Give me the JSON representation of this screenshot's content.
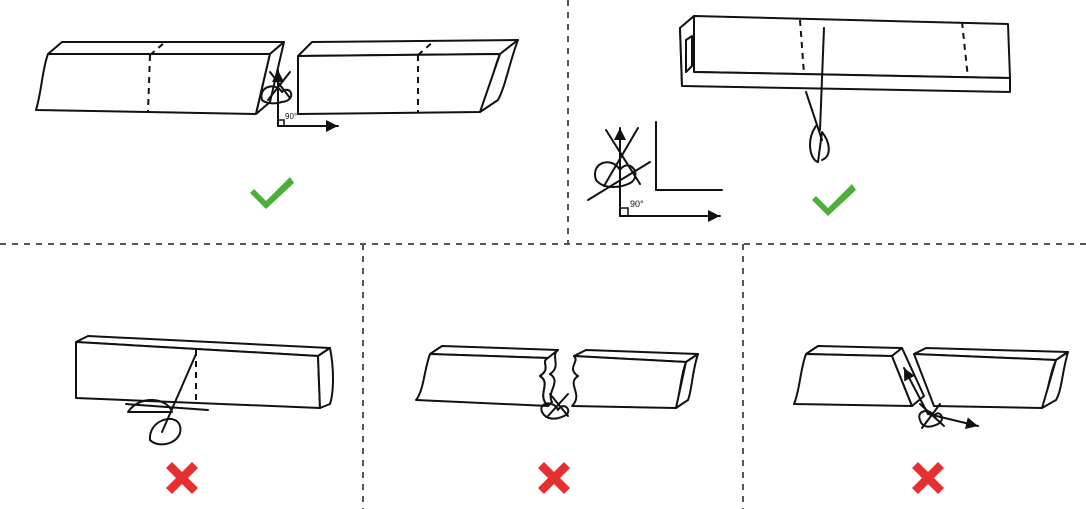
{
  "figure": {
    "angle_label": "90°",
    "panels": [
      {
        "id": "cut-straight-gap",
        "verdict": "correct"
      },
      {
        "id": "cut-perpendicular-long",
        "verdict": "correct"
      },
      {
        "id": "cut-diagonal-scissors",
        "verdict": "incorrect"
      },
      {
        "id": "cut-jagged-edge",
        "verdict": "incorrect"
      },
      {
        "id": "cut-angled-offset",
        "verdict": "incorrect"
      }
    ],
    "colors": {
      "check": "#4caf3a",
      "cross": "#e63030",
      "line": "#111111",
      "divider": "#555555"
    },
    "icons": {
      "correct": "check-mark-icon",
      "incorrect": "x-mark-icon"
    }
  }
}
